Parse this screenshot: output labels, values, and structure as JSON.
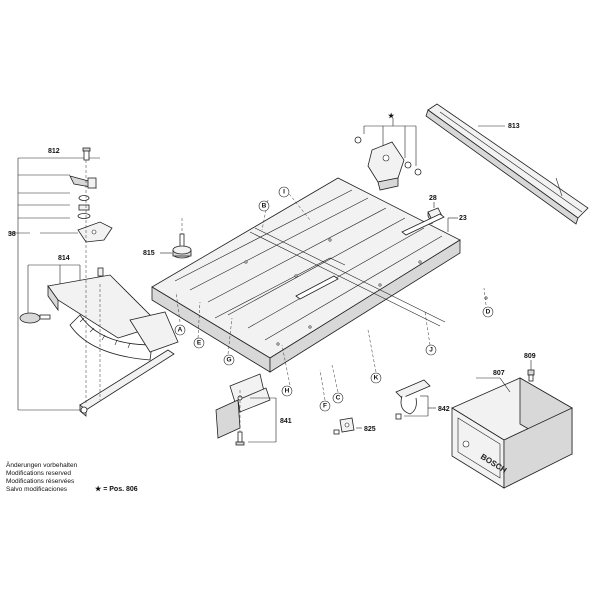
{
  "part_labels": {
    "p812": "812",
    "p813": "813",
    "p38": "38",
    "p814": "814",
    "p815": "815",
    "p28": "28",
    "p23": "23",
    "p807": "807",
    "p809": "809",
    "p841": "841",
    "p842": "842",
    "p825": "825",
    "star": "★"
  },
  "letter_labels": {
    "A": "A",
    "B": "B",
    "C": "C",
    "D": "D",
    "E": "E",
    "F": "F",
    "G": "G",
    "H": "H",
    "I": "I",
    "J": "J",
    "K": "K"
  },
  "brand": "BOSCH",
  "notes": [
    "Änderungen vorbehalten",
    "Modifications reserved",
    "Modifications réservées",
    "Salvo modificaciones"
  ],
  "star_note": "★ = Pos. 806"
}
